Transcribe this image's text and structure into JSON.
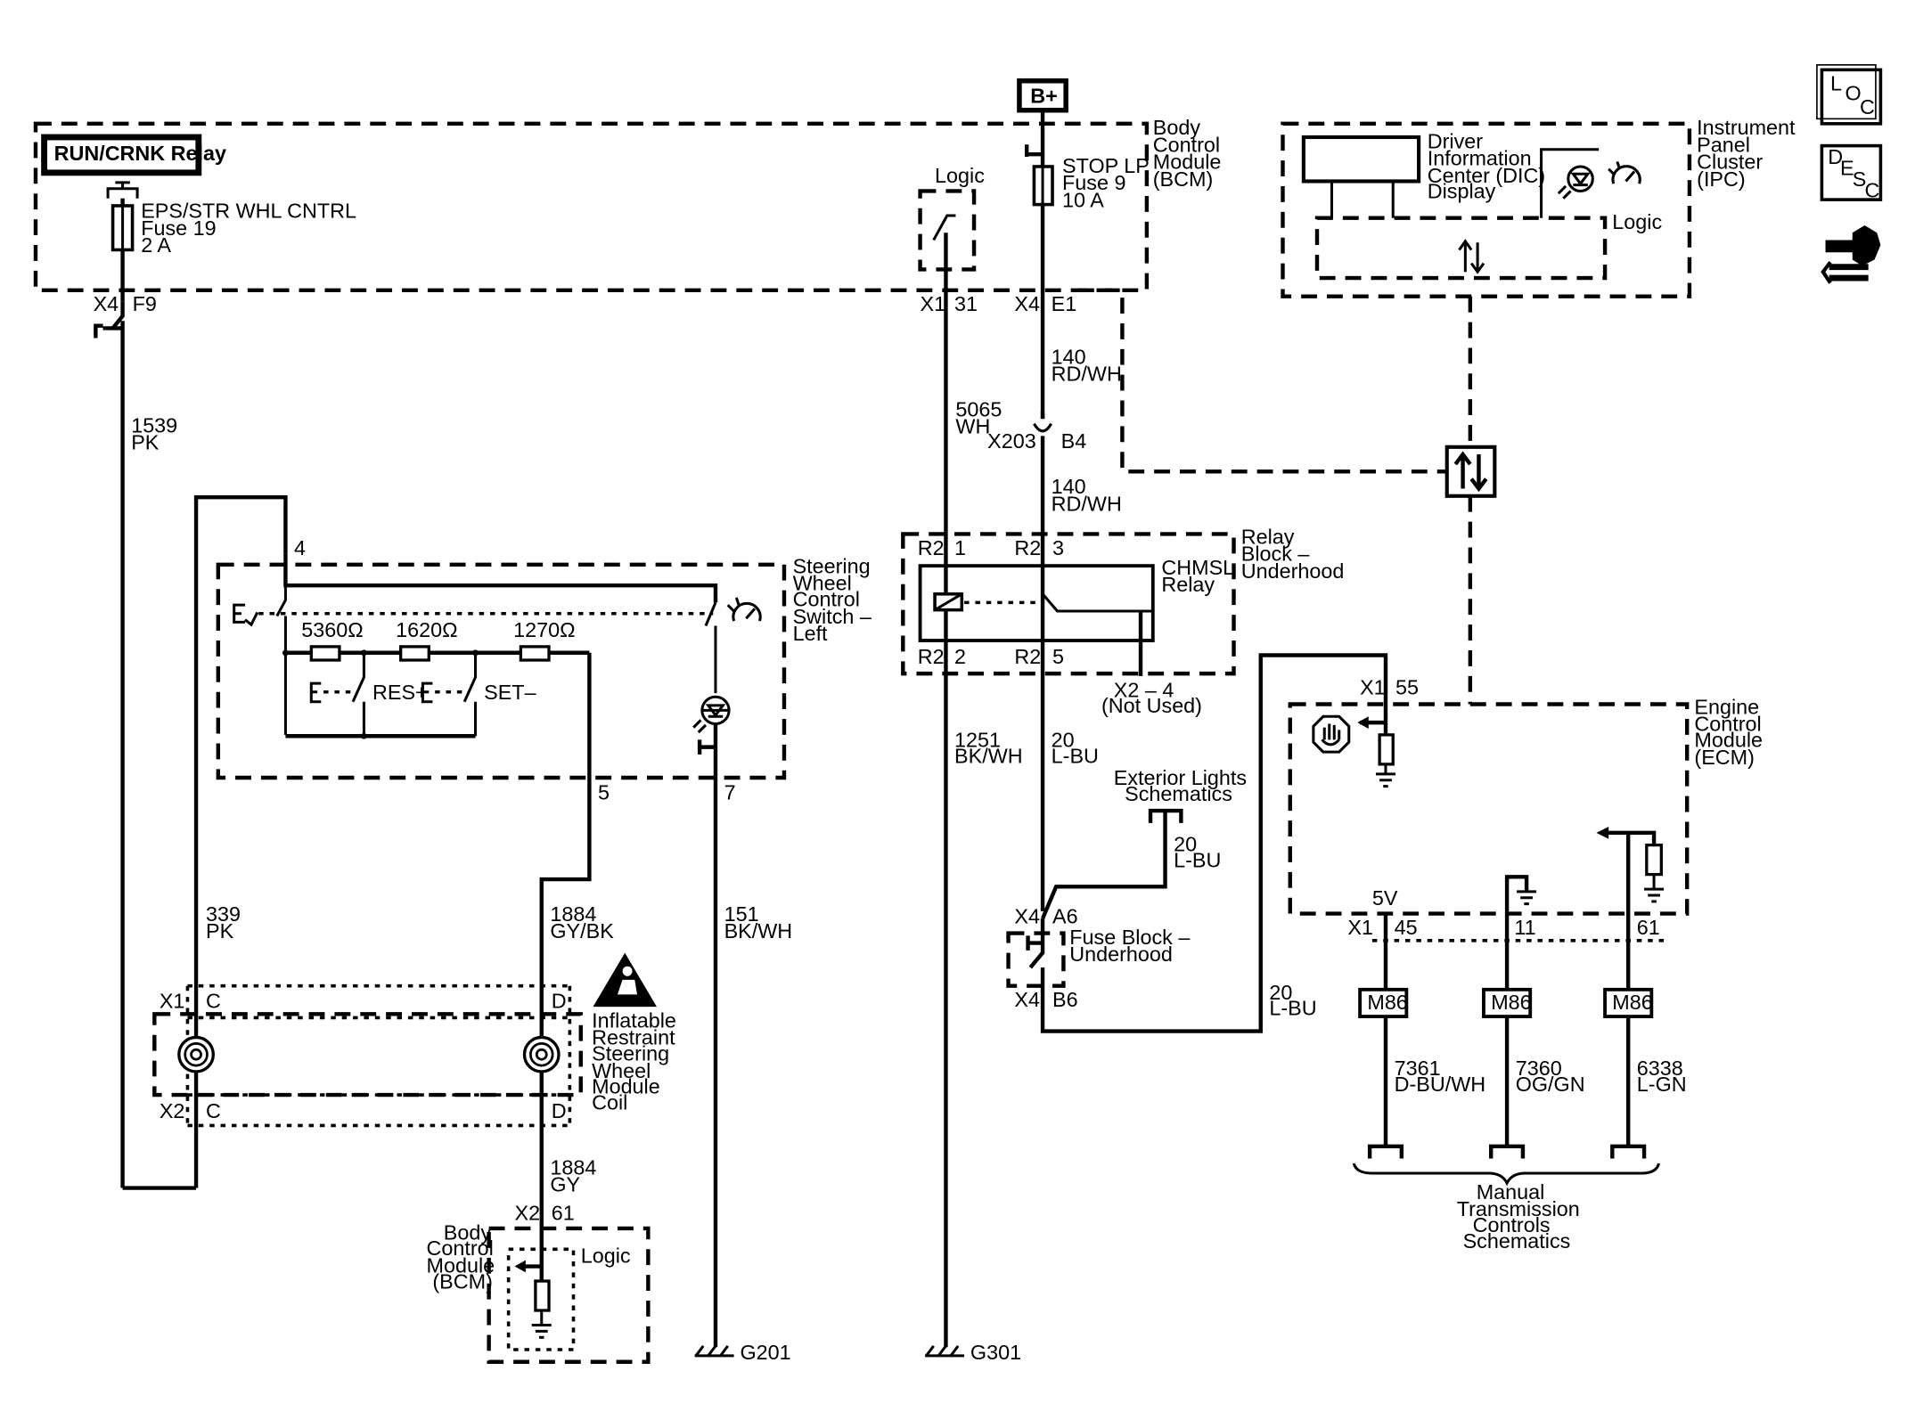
{
  "power": {
    "bplus": "B+"
  },
  "bcm_top": {
    "title": [
      "Body",
      "Control",
      "Module",
      "(BCM)"
    ],
    "run_crnk_relay": "RUN/CRNK Relay",
    "fuse19": [
      "EPS/STR WHL CNTRL",
      "Fuse 19",
      "2 A"
    ],
    "fuse9": [
      "STOP LP",
      "Fuse 9",
      "10 A"
    ],
    "logic": "Logic",
    "pin_x4": "X4",
    "pin_f9": "F9",
    "pin_x1": "X1",
    "pin_31": "31",
    "pin_x4b": "X4",
    "pin_e1": "E1"
  },
  "wires": {
    "w1539": [
      "1539",
      "PK"
    ],
    "w5065": [
      "5065",
      "WH"
    ],
    "w140a": [
      "140",
      "RD/WH"
    ],
    "w140b": [
      "140",
      "RD/WH"
    ],
    "w1251": [
      "1251",
      "BK/WH"
    ],
    "w20a": [
      "20",
      "L-BU"
    ],
    "w20b": [
      "20",
      "L-BU"
    ],
    "w20c": [
      "20",
      "L-BU"
    ],
    "w339": [
      "339",
      "PK"
    ],
    "w1884a": [
      "1884",
      "GY/BK"
    ],
    "w151": [
      "151",
      "BK/WH"
    ],
    "w1884b": [
      "1884",
      "GY"
    ],
    "w7361": [
      "7361",
      "D-BU/WH"
    ],
    "w7360": [
      "7360",
      "OG/GN"
    ],
    "w6338": [
      "6338",
      "L-GN"
    ]
  },
  "x203": {
    "conn": "X203",
    "pin": "B4"
  },
  "relay_block": {
    "title": [
      "Relay",
      "Block –",
      "Underhood"
    ],
    "relay": [
      "CHMSL",
      "Relay"
    ],
    "r2_1": "R2",
    "p1": "1",
    "r2_3": "R2",
    "p3": "3",
    "r2_2": "R2",
    "p2": "2",
    "r2_5": "R2",
    "p5": "5",
    "not_used": [
      "X2 – 4",
      "(Not Used)"
    ]
  },
  "exterior": [
    "Exterior Lights",
    "Schematics"
  ],
  "fuse_block": {
    "title": [
      "Fuse Block –",
      "Underhood"
    ],
    "x4a": "X4",
    "a6": "A6",
    "x4b": "X4",
    "b6": "B6"
  },
  "switch": {
    "title": [
      "Steering",
      "Wheel",
      "Control",
      "Switch –",
      "Left"
    ],
    "r1": "5360Ω",
    "r2": "1620Ω",
    "r3": "1270Ω",
    "res": "RES+",
    "set": "SET–",
    "pin4": "4",
    "pin5": "5",
    "pin7": "7"
  },
  "coil": {
    "title": [
      "Inflatable",
      "Restraint",
      "Steering",
      "Wheel",
      "Module",
      "Coil"
    ],
    "x1": "X1",
    "c1": "C",
    "d1": "D",
    "x2": "X2",
    "c2": "C",
    "d2": "D"
  },
  "bcm_bottom": {
    "title": [
      "Body",
      "Control",
      "Module",
      "(BCM)"
    ],
    "logic": "Logic",
    "x2": "X2",
    "p61": "61"
  },
  "grounds": {
    "g201": "G201",
    "g301": "G301"
  },
  "ipc": {
    "title": [
      "Instrument",
      "Panel",
      "Cluster",
      "(IPC)"
    ],
    "dic": [
      "Driver",
      "Information",
      "Center (DIC)",
      "Display"
    ],
    "logic": "Logic"
  },
  "ecm": {
    "title": [
      "Engine",
      "Control",
      "Module",
      "(ECM)"
    ],
    "x1": "X1",
    "p55": "55",
    "v5": "5V",
    "x1b": "X1",
    "p45": "45",
    "p11": "11",
    "p61": "61"
  },
  "m86": [
    "M86",
    "M86",
    "M86"
  ],
  "manual_trans": [
    "Manual",
    "Transmission",
    "Controls",
    "Schematics"
  ],
  "side_icons": {
    "loc": [
      "L",
      "O",
      "C"
    ],
    "desc": [
      "D",
      "E",
      "S",
      "C"
    ]
  }
}
